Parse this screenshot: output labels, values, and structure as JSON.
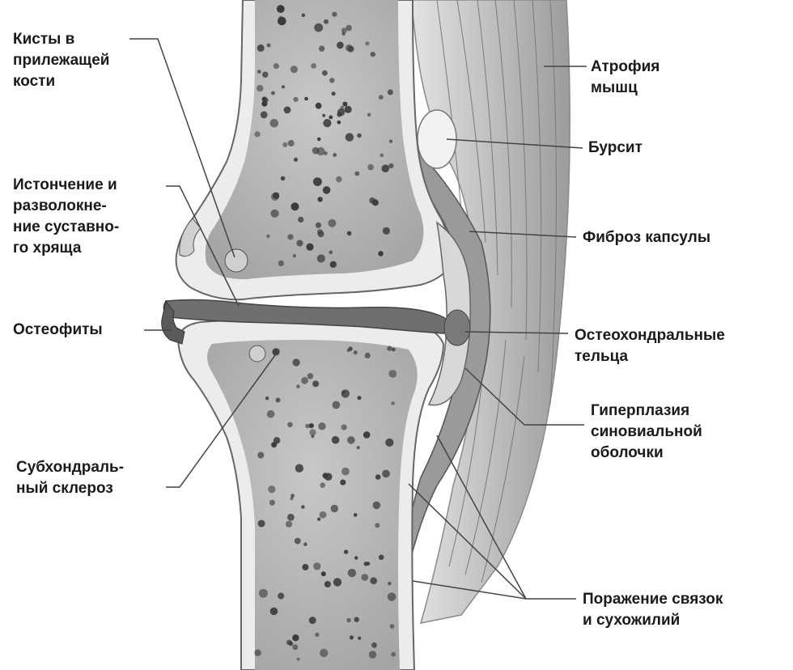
{
  "labels": {
    "kisty": [
      "Кисты в",
      "прилежащей",
      "кости"
    ],
    "istonchenie": [
      "Истончение и",
      "разволокне-",
      "ние суставно-",
      "го хряща"
    ],
    "osteofity": [
      "Остеофиты"
    ],
    "subhondralny": [
      "Субхондраль-",
      "ный склероз"
    ],
    "atrofiya": [
      "Атрофия",
      "мышц"
    ],
    "bursit": [
      "Бурсит"
    ],
    "fibroz": [
      "Фиброз капсулы"
    ],
    "osteohondralnye": [
      "Остеохондральные",
      "тельца"
    ],
    "giperplaziya": [
      "Гиперплазия",
      "синовиальной",
      "оболочки"
    ],
    "porazhenie": [
      "Поражение связок",
      "и сухожилий"
    ]
  },
  "colors": {
    "bone_cortex": "#e8e8e8",
    "marrow": "#b9b9b9",
    "pores": "#3a3a3a",
    "cartilage": "#6a6a6a",
    "capsule": "#8a8a8a",
    "muscle": "#c4c4c4",
    "leader_line": "#444444"
  }
}
